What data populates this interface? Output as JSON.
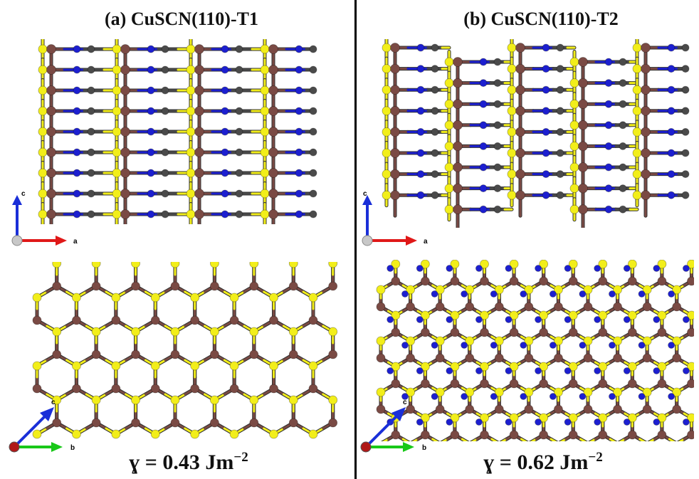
{
  "panels": [
    {
      "title": "(a) CuSCN(110)-T1",
      "energy": {
        "symbol": "ɣ",
        "equals": "=",
        "value": "0.43",
        "unit": "Jm",
        "exponent": "−2"
      },
      "side_axes": [
        "c",
        "a"
      ],
      "top_axes": [
        "c",
        "b"
      ]
    },
    {
      "title": "(b) CuSCN(110)-T2",
      "energy": {
        "symbol": "ɣ",
        "equals": "=",
        "value": "0.62",
        "unit": "Jm",
        "exponent": "−2"
      },
      "side_axes": [
        "c",
        "a"
      ],
      "top_axes": [
        "c",
        "b"
      ]
    }
  ],
  "atom_colors": {
    "Cu": "#7a4a44",
    "S": "#f2ee1a",
    "N": "#1c1fd0",
    "C": "#4a4a4a"
  },
  "axis_colors": {
    "a": "#e01818",
    "b": "#18c818",
    "c": "#1a2fd8",
    "origin_gray": "#c8c8c8",
    "origin_red": "#b01818"
  }
}
